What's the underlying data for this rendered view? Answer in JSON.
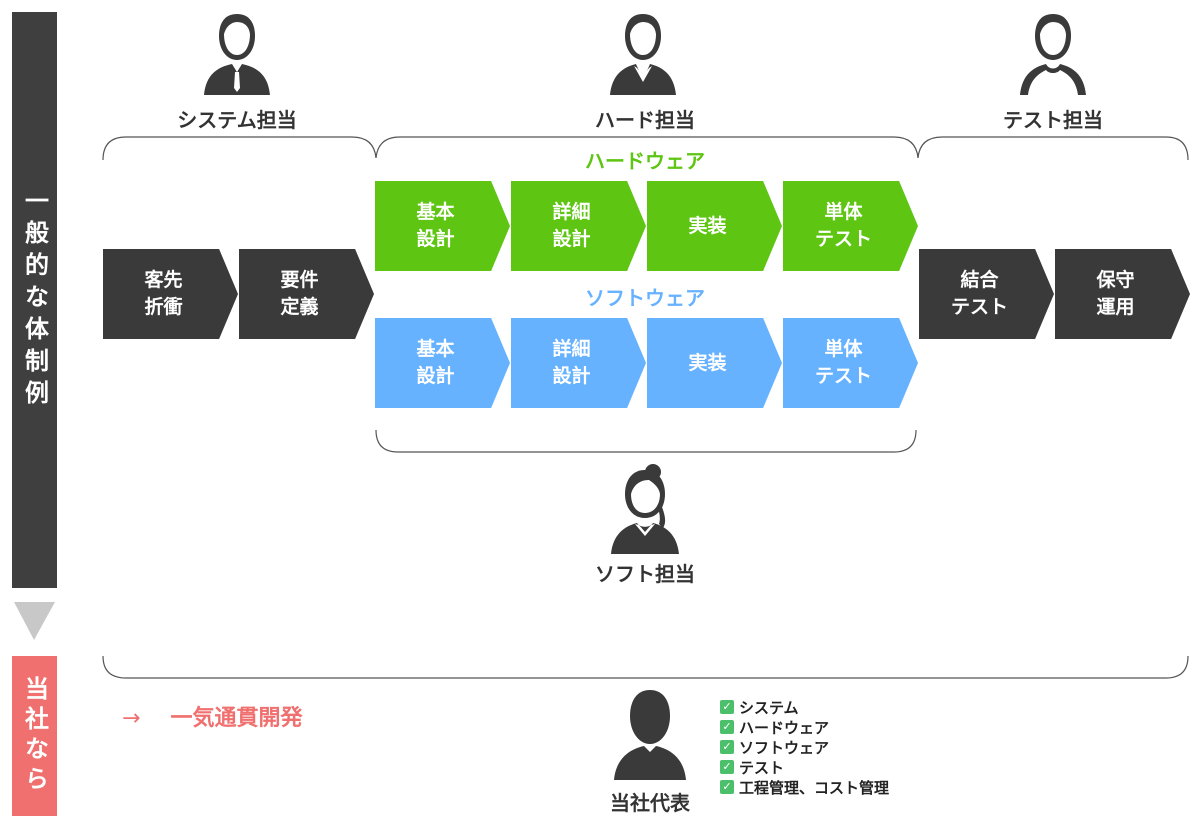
{
  "side": {
    "general": "一般的な体制例",
    "ours": "当社なら"
  },
  "roles": {
    "system": "システム担当",
    "hardware": "ハード担当",
    "test": "テスト担当",
    "software": "ソフト担当",
    "representative": "当社代表"
  },
  "sections": {
    "hardware": "ハードウェア",
    "software": "ソフトウェア"
  },
  "steps": {
    "customer": "客先\n折衝",
    "requirements": "要件\n定義",
    "hw_basic": "基本\n設計",
    "hw_detail": "詳細\n設計",
    "hw_impl": "実装",
    "hw_unit": "単体\nテスト",
    "sw_basic": "基本\n設計",
    "sw_detail": "詳細\n設計",
    "sw_impl": "実装",
    "sw_unit": "単体\nテスト",
    "integration": "結合\nテスト",
    "maintenance": "保守\n運用"
  },
  "oneshot": {
    "arrow": "→",
    "label": "一気通貫開発"
  },
  "checklist": [
    "システム",
    "ハードウェア",
    "ソフトウェア",
    "テスト",
    "工程管理、コスト管理"
  ],
  "colors": {
    "dark": "#3a3a3a",
    "green": "#5ec513",
    "blue": "#66b2ff",
    "gray_bar": "#3f3f3f",
    "red_bar": "#f07070",
    "check": "#4cbf6b"
  },
  "icons": {
    "system_person": "businessman-icon",
    "hardware_person": "worker-icon",
    "test_person": "casual-man-icon",
    "software_person": "woman-icon",
    "representative": "person-silhouette-icon",
    "down_arrow": "triangle-down-icon",
    "check": "checkbox-icon"
  }
}
